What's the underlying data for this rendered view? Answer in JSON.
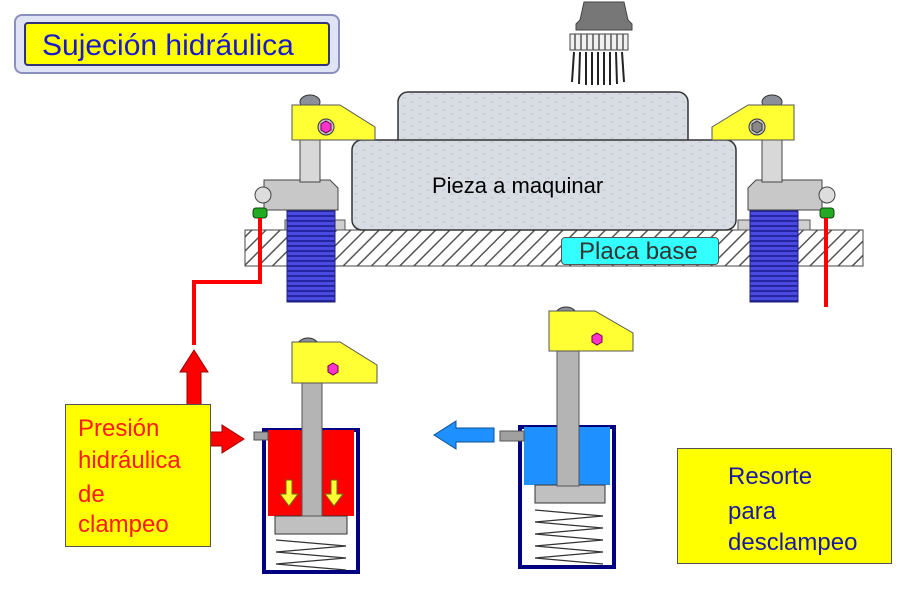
{
  "title": "Sujeción hidráulica",
  "workpiece_label": "Pieza a maquinar",
  "base_plate_label": "Placa base",
  "pressure_label": [
    "Presión",
    "hidráulica",
    "de",
    "clampeo"
  ],
  "spring_label": [
    "Resorte",
    "para",
    "desclampeo"
  ],
  "colors": {
    "hydraulic_red": "#ff0000",
    "released_blue": "#1e90ff",
    "clamp_yellow": "#ffff33",
    "label_yellow": "#ffff00",
    "plate_cyan": "#33ffff",
    "screw_blue": "#3333cc",
    "body_gray": "#b4b4b4"
  }
}
